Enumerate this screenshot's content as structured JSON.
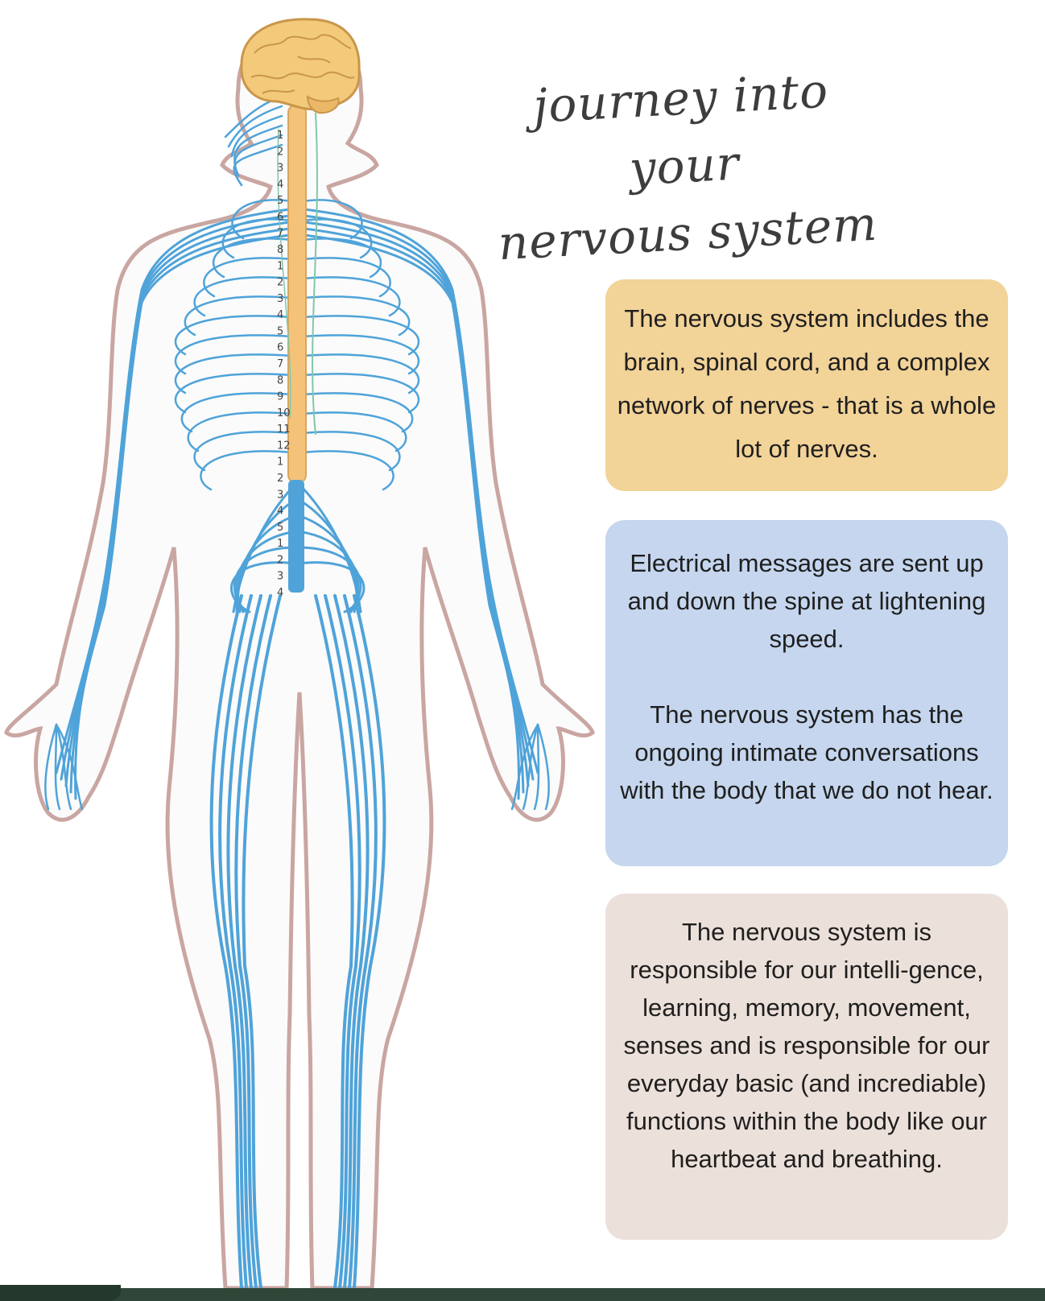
{
  "title": {
    "line1": "journey into your",
    "line2": "nervous system"
  },
  "cards": [
    {
      "paragraphs": [
        "The nervous system includes the brain, spinal cord, and a complex network of nerves - that is a whole lot of nerves."
      ],
      "color": "#f2d398"
    },
    {
      "paragraphs": [
        "Electrical messages are sent up and down the spine at lightening speed.",
        "The nervous system has the ongoing intimate conversations with the body that we do not hear."
      ],
      "color": "#c5d6ee"
    },
    {
      "paragraphs": [
        "The nervous system is responsible for our intelli-gence, learning, memory, movement, senses and is responsible for our everyday basic (and incrediable) functions within the body like our heartbeat and breathing."
      ],
      "color": "#ece0da"
    }
  ],
  "diagram": {
    "spine_labels": [
      "1",
      "2",
      "3",
      "4",
      "5",
      "6",
      "7",
      "8",
      "1",
      "2",
      "3",
      "4",
      "5",
      "6",
      "7",
      "8",
      "9",
      "10",
      "11",
      "12",
      "1",
      "2",
      "3",
      "4",
      "5",
      "1",
      "2",
      "3",
      "4"
    ],
    "colors": {
      "nerve": "#4fa3d9",
      "brain": "#f3c97a",
      "spine": "#f5c27a",
      "body_outline": "#c9a6a2",
      "body_fill": "#fbfbfb"
    }
  }
}
